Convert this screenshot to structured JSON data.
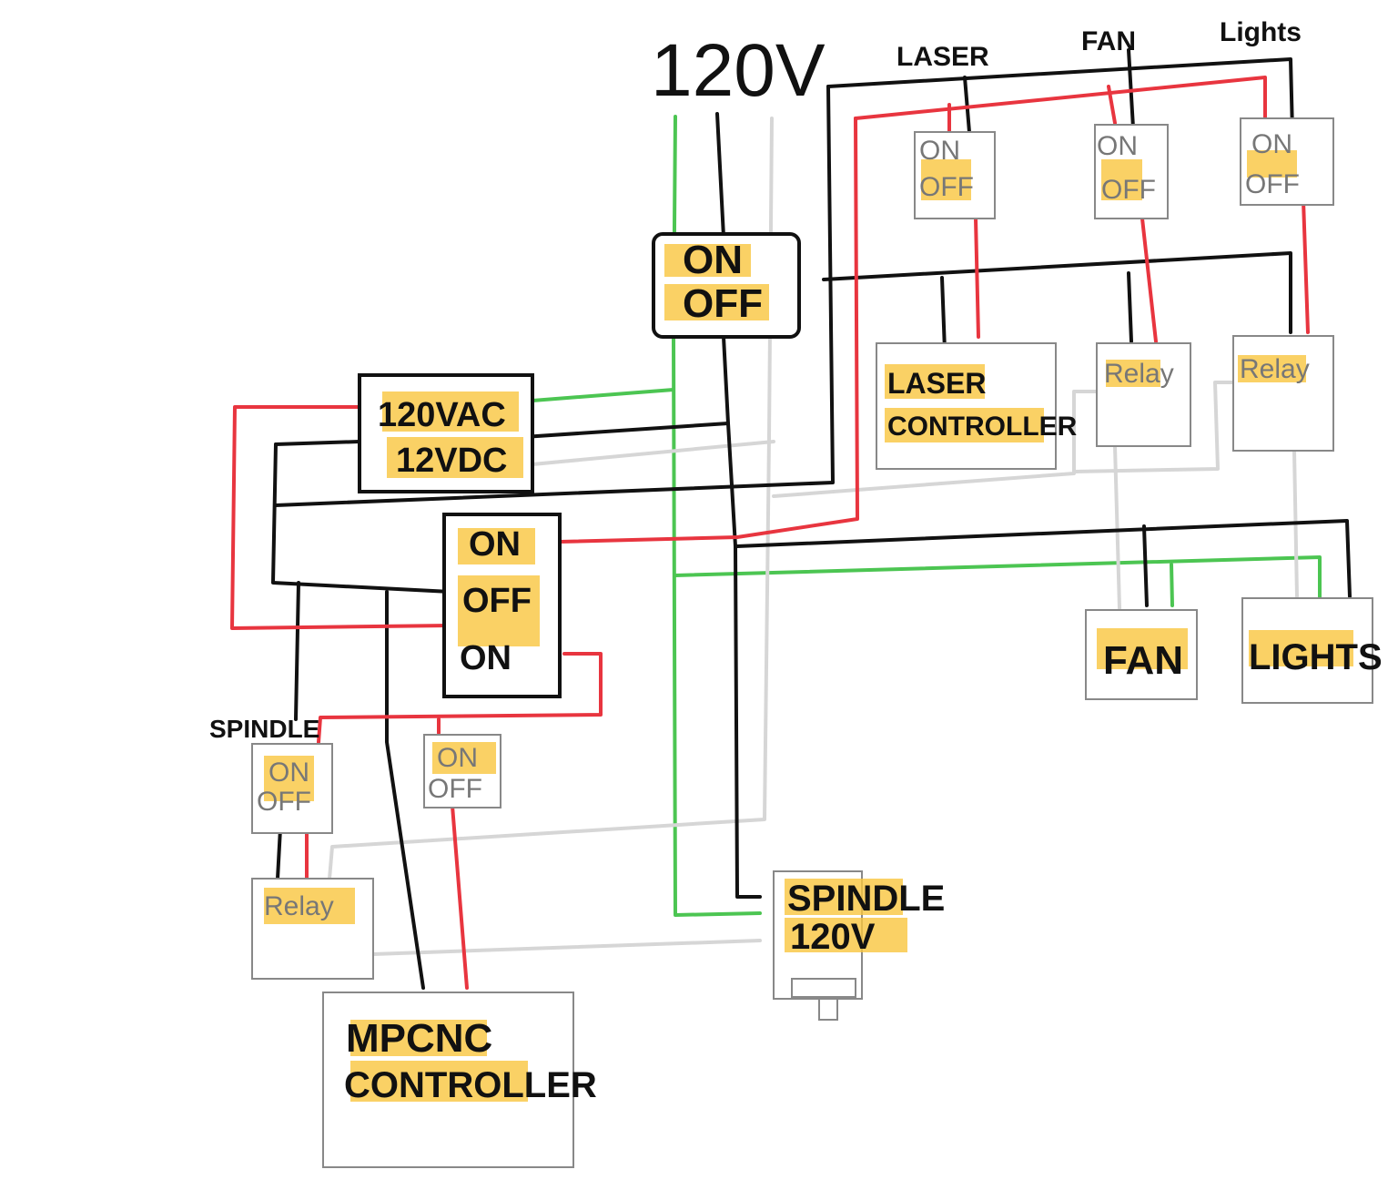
{
  "title": "120V",
  "top_labels": {
    "laser": "LASER",
    "fan": "FAN",
    "lights": "Lights"
  },
  "main_switch": {
    "on": "ON",
    "off": "OFF"
  },
  "power_supply": {
    "line1": "120VAC",
    "line2": "12VDC"
  },
  "three_way_switch": {
    "on1": "ON",
    "off": "OFF",
    "on2": "ON"
  },
  "small_switches": {
    "on": "ON",
    "off": "OFF"
  },
  "laser_controller": {
    "line1": "LASER",
    "line2": "CONTROLLER"
  },
  "relay_label": "Relay",
  "fan_load": "FAN",
  "lights_load": "LIGHTS",
  "spindle_label": "SPINDLE",
  "mpcnc_controller": {
    "line1": "MPCNC",
    "line2": "CONTROLLER"
  },
  "spindle_motor": {
    "line1": "SPINDLE",
    "line2": "120V"
  },
  "colors": {
    "hot": "#111111",
    "switched": "#e8353f",
    "ground": "#4cc552",
    "neutral": "#d6d6d6",
    "highlight": "#f9c63f"
  }
}
